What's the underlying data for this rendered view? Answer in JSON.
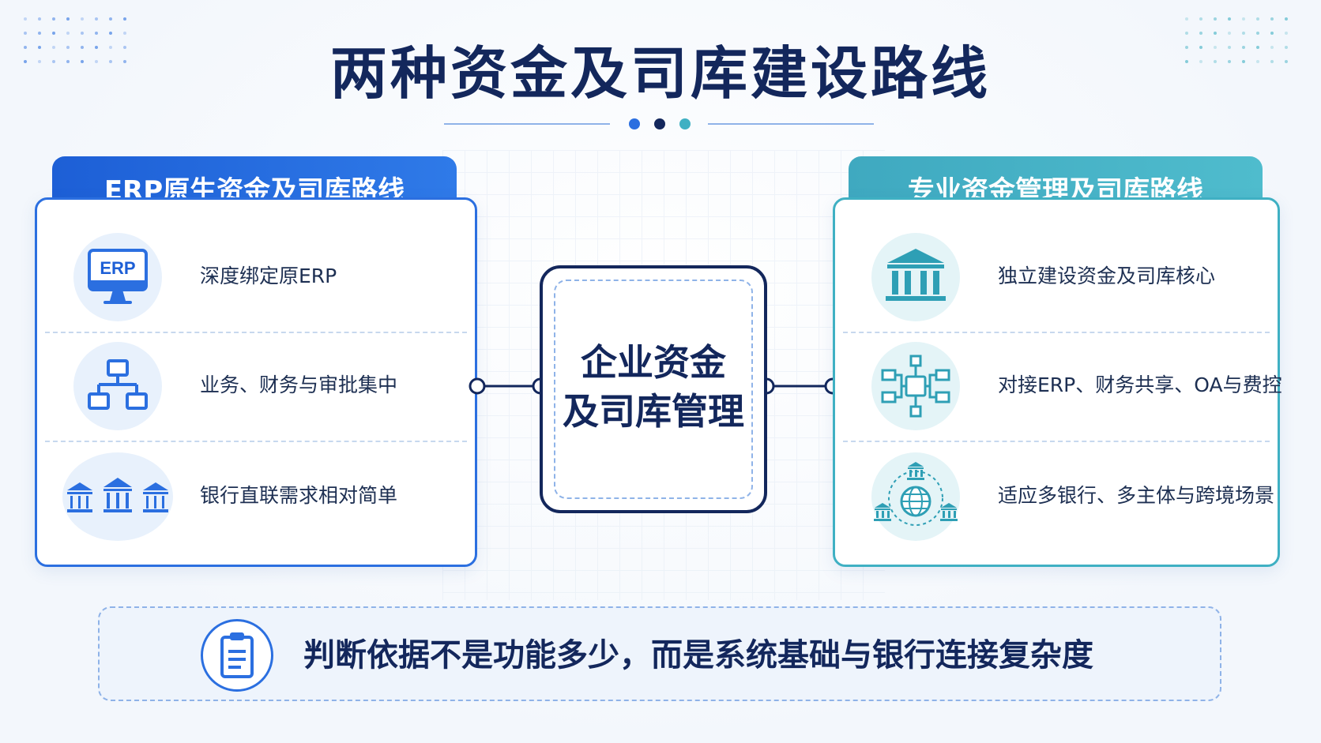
{
  "title": "两种资金及司库建设路线",
  "colors": {
    "navy": "#13275c",
    "blue": "#2b6fe0",
    "teal": "#3fb0c3",
    "light_blue_bg": "#e8f1fc",
    "light_teal_bg": "#e4f4f7"
  },
  "left_panel": {
    "header": "ERP原生资金及司库路线",
    "items": [
      {
        "icon": "erp-monitor-icon",
        "icon_text": "ERP",
        "label": "深度绑定原ERP"
      },
      {
        "icon": "org-chart-icon",
        "label": "业务、财务与审批集中"
      },
      {
        "icon": "banks-icon",
        "label": "银行直联需求相对简单"
      }
    ]
  },
  "center": {
    "line1": "企业资金",
    "line2": "及司库管理"
  },
  "right_panel": {
    "header": "专业资金管理及司库路线",
    "items": [
      {
        "icon": "bank-building-icon",
        "label": "独立建设资金及司库核心"
      },
      {
        "icon": "network-nodes-icon",
        "label": "对接ERP、财务共享、OA与费控"
      },
      {
        "icon": "global-banks-icon",
        "label": "适应多银行、多主体与跨境场景"
      }
    ]
  },
  "bottom": {
    "icon": "clipboard-icon",
    "text": "判断依据不是功能多少，而是系统基础与银行连接复杂度"
  }
}
